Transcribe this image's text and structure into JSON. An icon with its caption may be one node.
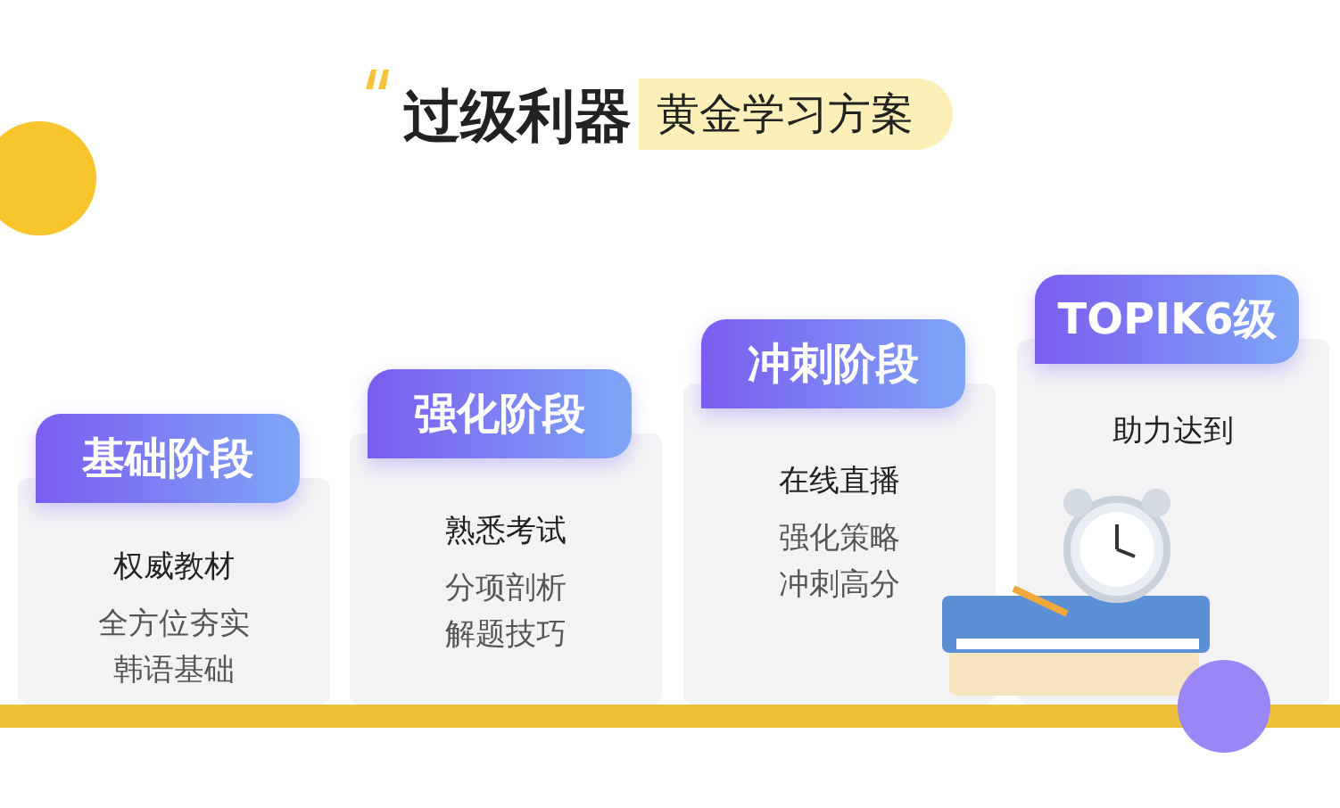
{
  "diagram": {
    "title": "过级利器",
    "nodes": [
      {
        "text": [
          "基础阶段",
          "权威教材",
          "全方位夯实",
          "韩语基础"
        ]
      },
      {
        "text": [
          "强化阶段",
          "熟悉考试",
          "分项剖析",
          "解题技巧"
        ]
      },
      {
        "text": [
          "冲刺阶段",
          "在线直播",
          "强化策略",
          "冲刺高分"
        ]
      },
      {
        "text": [
          "TOPIK6级",
          "助力达到"
        ]
      }
    ],
    "labels": [
      "黄金学习方案"
    ]
  }
}
